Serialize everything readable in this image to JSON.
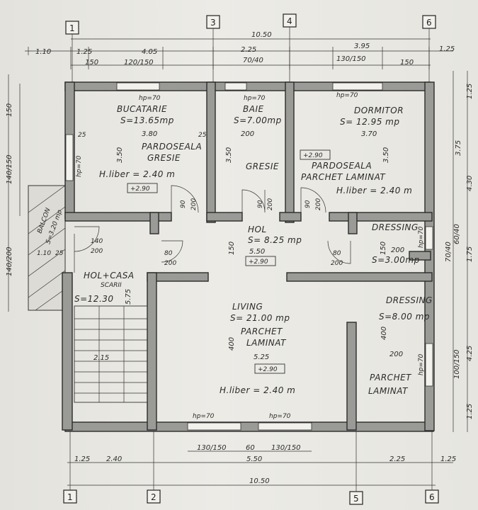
{
  "axes": {
    "top": [
      "1",
      "3",
      "4",
      "6"
    ],
    "bottom": [
      "1",
      "2",
      "5",
      "6"
    ]
  },
  "top_dims": {
    "total": "10.50",
    "row2": [
      "1.10",
      "1.25",
      "4.05",
      "2.25",
      "3.95",
      "1.25"
    ],
    "row3": [
      "150",
      "120/150",
      "70/40",
      "130/150",
      "150"
    ]
  },
  "bottom_dims": {
    "total": "10.50",
    "row2": [
      "1.25",
      "2.40",
      "5.50",
      "2.25",
      "1.25"
    ],
    "row1": [
      "130/150",
      "60",
      "130/150"
    ]
  },
  "left_dims": [
    "150",
    "140/150",
    "140/200"
  ],
  "right_dims": [
    "1.25",
    "3.75",
    "4.30",
    "1.75",
    "60/40",
    "70/40",
    "4.25",
    "100/150",
    "1.25"
  ],
  "rooms": {
    "bucatarie": {
      "name": "BUCATARIE",
      "area": "S=13.65mp",
      "width": "3.80",
      "depth": "3.50",
      "floor1": "PARDOSEALA",
      "floor2": "GRESIE",
      "height": "H.liber = 2.40 m",
      "level": "+2.90"
    },
    "baie": {
      "name": "BAIE",
      "area": "S=7.00mp",
      "width": "200",
      "depth": "3.50",
      "floor": "GRESIE"
    },
    "dormitor": {
      "name": "DORMITOR",
      "area": "S= 12.95 mp",
      "width": "3.70",
      "depth": "3.50",
      "floor1": "PARDOSEALA",
      "floor2": "PARCHET LAMINAT",
      "height": "H.liber = 2.40 m",
      "level": "+2.90"
    },
    "hol": {
      "name": "HOL",
      "area": "S= 8.25 mp",
      "width": "5.50",
      "depth": "150",
      "level": "+2.90"
    },
    "dressing1": {
      "name": "DRESSING",
      "area": "S=3.00mp",
      "width": "200",
      "depth": "150"
    },
    "dressing2": {
      "name": "DRESSING",
      "area": "S=8.00 mp",
      "width": "200",
      "depth": "400"
    },
    "living": {
      "name": "LIVING",
      "area": "S= 21.00 mp",
      "floor1": "PARCHET",
      "floor2": "LAMINAT",
      "width": "5.25",
      "depth": "400",
      "height": "H.liber = 2.40 m",
      "level": "+2.90"
    },
    "parchet": {
      "floor1": "PARCHET",
      "floor2": "LAMINAT"
    },
    "holcasa": {
      "name": "HOL+CASA",
      "name2": "SCARII",
      "area": "S=12.30",
      "width": "2.15",
      "depth": "5.75"
    },
    "balcon": {
      "name": "BALCON",
      "area": "S=3.20 mp"
    }
  },
  "door_labels": [
    "90",
    "200",
    "90",
    "200",
    "90",
    "200",
    "80",
    "200",
    "80",
    "200",
    "140",
    "200"
  ],
  "window_labels": [
    "hp=70",
    "hp=70",
    "hp=70",
    "hp=70",
    "hp=70",
    "hp=70",
    "hp=70",
    "hp=70"
  ],
  "misc_dims": [
    "25",
    "2.15",
    "25",
    "1.10",
    "25"
  ]
}
